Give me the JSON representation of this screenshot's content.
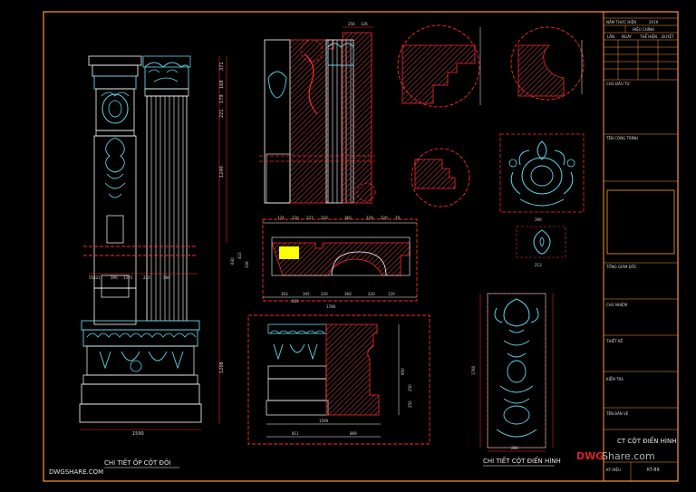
{
  "watermark_left": "DWGSHARE.COM",
  "watermark_right": {
    "dwg": "DWG",
    "share": "Share.com"
  },
  "labels": {
    "double_pillar": "CHI TIẾT ỐP CỘT ĐÔI",
    "classic_pillar": "CHI TIẾT CỘT ĐIỂN HÌNH"
  },
  "title_block": {
    "rev_header": "NĂM THỰC HIỆN",
    "year": "2019",
    "revision_label": "HIỆU CHỈNH",
    "rev_cols": [
      "LẦN",
      "NGÀY",
      "THỂ HIỆN",
      "DUYỆT"
    ],
    "owner_label": "CHỦ ĐẦU TƯ",
    "project_label": "TÊN CÔNG TRÌNH",
    "director_label": "TỔNG GIÁM ĐỐC",
    "chief_label": "CHỦ NHIỆM",
    "designer_label": "THIẾT KẾ",
    "check_label": "KIỂM TRA",
    "drawing_name_label": "TÊN BẢN VẼ",
    "drawing_name": "CT CỘT ĐIỂN HÌNH",
    "sheet_label": "KÝ HIỆU",
    "sheet_no": "KT-89"
  },
  "dims": {
    "left_right_side": [
      "371",
      "168",
      "179",
      "221",
      "1240",
      "1208"
    ],
    "left_bottom": [
      "1590"
    ],
    "left_mid": [
      "55421",
      "390",
      "1375",
      "220",
      "580"
    ],
    "top_mid": [
      "256",
      "126"
    ],
    "section_top": [
      "174",
      "220",
      "237",
      "219",
      "360",
      "229",
      "220",
      "70"
    ],
    "section_bottom": [
      "303",
      "345",
      "220",
      "360",
      "220",
      "120"
    ],
    "section_total": "1780",
    "section_side": [
      "630",
      "410",
      "336"
    ],
    "section_left": "601",
    "base_bottom": [
      "1590",
      "811",
      "869"
    ],
    "base_side": [
      "950",
      "250",
      "250"
    ],
    "ornament_w": "390",
    "small_w": "213",
    "tall_w": "286",
    "tall_h": "1760"
  },
  "colors": {
    "frame": "#ff9933",
    "cyan": "#5fd6ec",
    "white": "#ffffff",
    "red": "#ff2a2a",
    "yellow": "#ffff00",
    "grey": "#8a8a8a"
  }
}
